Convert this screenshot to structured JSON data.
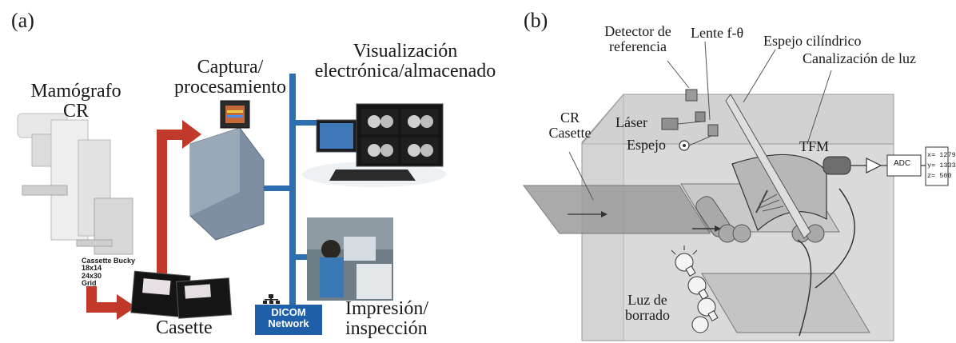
{
  "panel_a": {
    "label": "(a)",
    "mamografo": [
      "Mamógrafo",
      "CR"
    ],
    "captura": [
      "Captura/",
      "procesamiento"
    ],
    "visualizacion": [
      "Visualización",
      "electrónica/almacenado"
    ],
    "cassette_bucky": [
      "Cassette Bucky",
      "18x14",
      "24x30",
      "Grid"
    ],
    "casette": "Casette",
    "impresion": [
      "Impresión/",
      "inspección"
    ],
    "dicom": [
      "DICOM",
      "Network"
    ],
    "colors": {
      "flow_arrow": "#c0392b",
      "network": "#2e6fb0",
      "dicom_box": "#1f5ea8"
    }
  },
  "panel_b": {
    "label": "(b)",
    "detector": [
      "Detector de",
      "referencia"
    ],
    "lente": "Lente f-θ",
    "espejo_cil": "Espejo cilíndrico",
    "canalizacion": "Canalización de luz",
    "cr_casette": [
      "CR",
      "Casette"
    ],
    "laser": "Láser",
    "espejo": "Espejo",
    "tfm": "TFM",
    "adc": "ADC",
    "coords": [
      "x= 1279",
      "y= 1333",
      "z=   500"
    ],
    "luz": [
      "Luz de",
      "borrado"
    ]
  }
}
